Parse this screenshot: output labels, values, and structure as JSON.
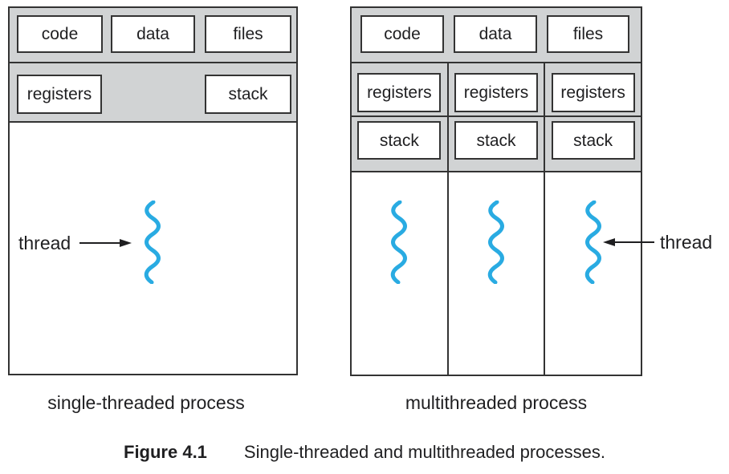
{
  "figure": {
    "caption_label": "Figure 4.1",
    "caption_text": "Single-threaded and multithreaded processes."
  },
  "left_process": {
    "label": "single-threaded process",
    "top_boxes": [
      "code",
      "data",
      "files"
    ],
    "register_box": "registers",
    "stack_box": "stack",
    "thread_label": "thread"
  },
  "right_process": {
    "label": "multithreaded process",
    "top_boxes": [
      "code",
      "data",
      "files"
    ],
    "columns": [
      {
        "registers": "registers",
        "stack": "stack"
      },
      {
        "registers": "registers",
        "stack": "stack"
      },
      {
        "registers": "registers",
        "stack": "stack"
      }
    ],
    "thread_label": "thread"
  },
  "colors": {
    "band_gray": "#d1d3d4",
    "border": "#333333",
    "thread_blue": "#29abe2",
    "text": "#1f1f21"
  }
}
